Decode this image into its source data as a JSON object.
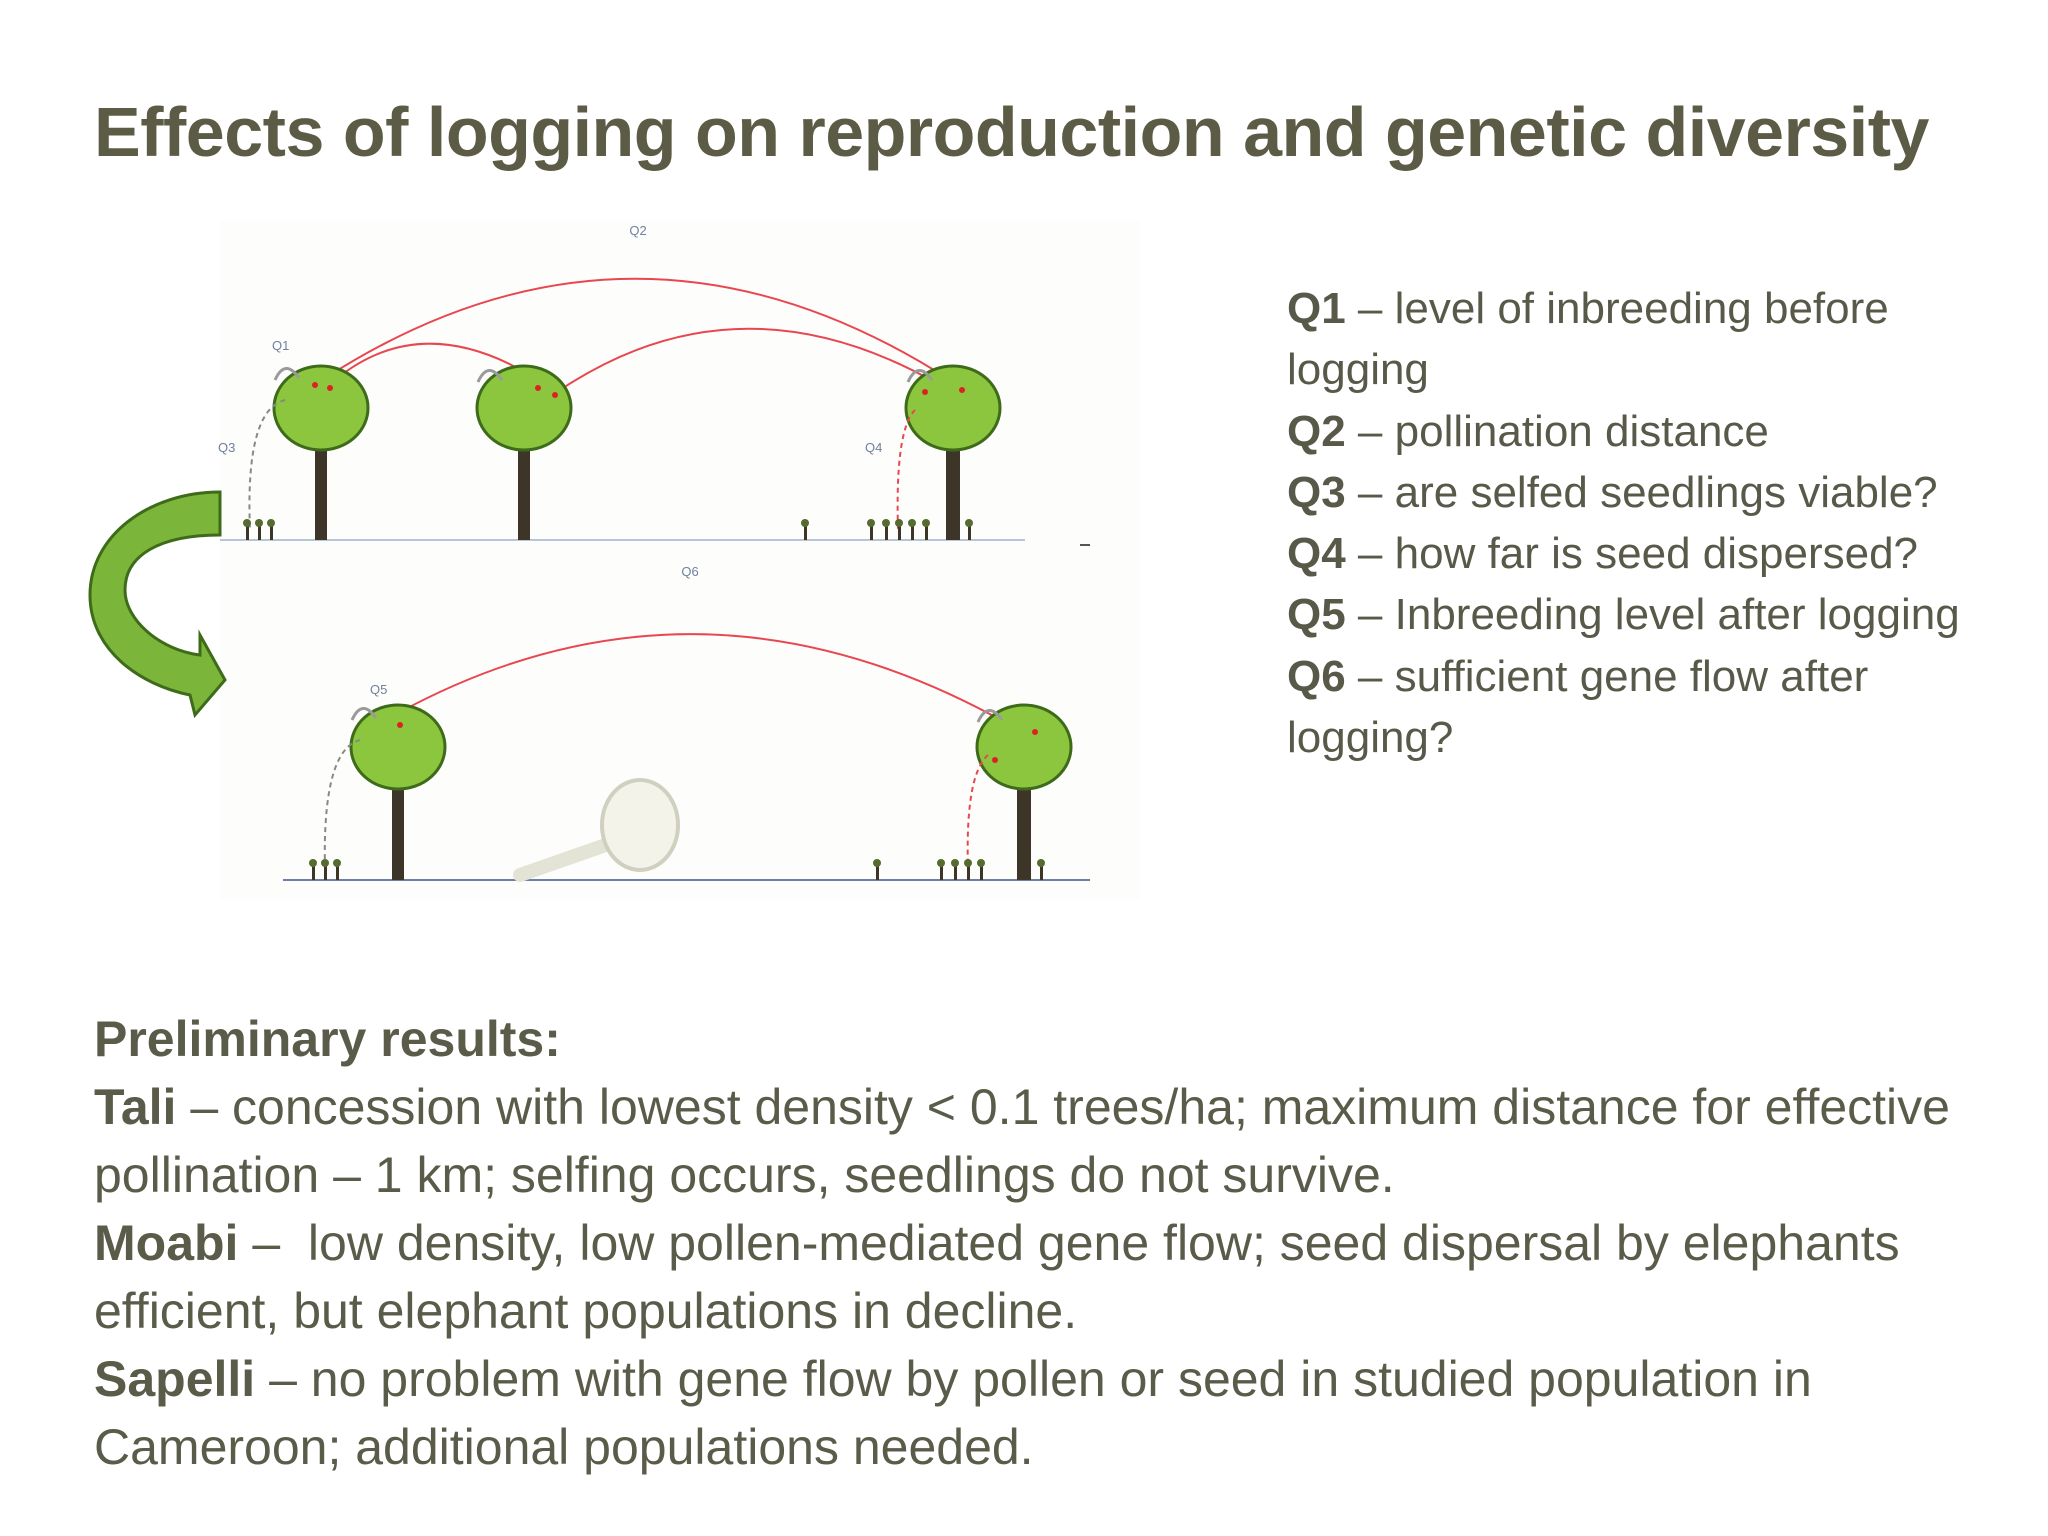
{
  "title": "Effects of logging on reproduction and genetic diversity",
  "diagram": {
    "labels": {
      "q1": "Q1",
      "q2": "Q2",
      "q3": "Q3",
      "q4": "Q4",
      "q5": "Q5",
      "q6": "Q6"
    },
    "colors": {
      "tree_crown": "#8cc63f",
      "trunk": "#3d3527",
      "arc": "#e8474f",
      "arrow": "#7bb53a"
    },
    "icons": [
      "flower-icon",
      "curved-arrow-icon",
      "magnifier-icon"
    ]
  },
  "questions": [
    {
      "key": "Q1",
      "text": " – level of inbreeding before logging"
    },
    {
      "key": "Q2",
      "text": " – pollination distance"
    },
    {
      "key": "Q3",
      "text": " – are selfed seedlings viable?"
    },
    {
      "key": "Q4",
      "text": " – how far is seed dispersed?"
    },
    {
      "key": "Q5",
      "text": " – Inbreeding level after logging"
    },
    {
      "key": "Q6",
      "text": " – sufficient gene flow after logging?"
    }
  ],
  "results": {
    "heading": "Preliminary results:",
    "items": [
      {
        "key": "Tali",
        "text": " – concession with lowest density < 0.1 trees/ha; maximum distance for effective pollination – 1 km; selfing occurs, seedlings do not survive."
      },
      {
        "key": "Moabi",
        "text": " –  low density, low pollen-mediated gene flow; seed dispersal by elephants efficient, but elephant populations in decline."
      },
      {
        "key": "Sapelli",
        "text": " – no problem with gene flow by pollen or seed in studied population in Cameroon; additional populations needed."
      }
    ]
  }
}
